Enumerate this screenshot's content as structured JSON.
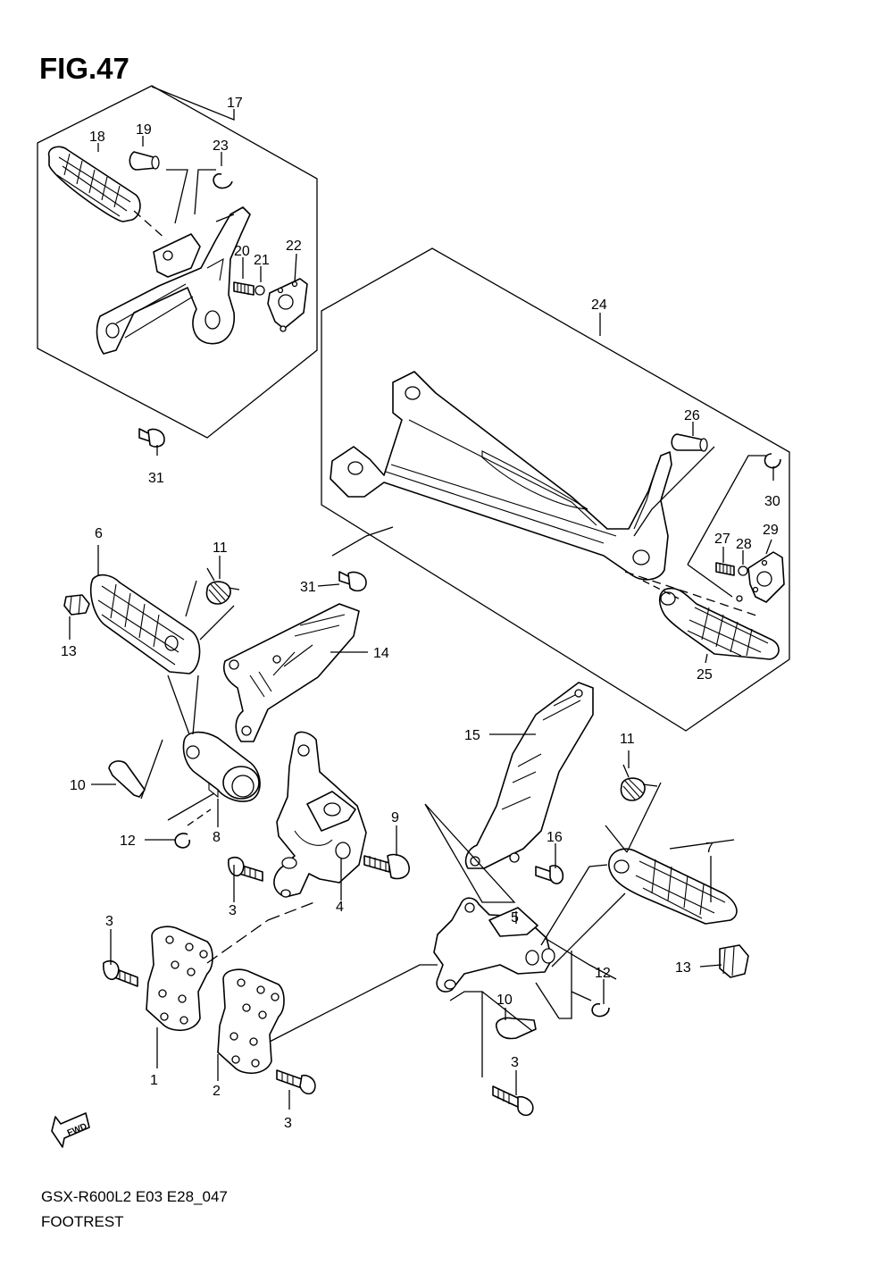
{
  "figure": {
    "title": "FIG.47",
    "model_code": "GSX-R600L2 E03 E28_047",
    "section_name": "FOOTREST",
    "fwd_label": "FWD"
  },
  "callouts": {
    "c1": "1",
    "c2": "2",
    "c3a": "3",
    "c3b": "3",
    "c3c": "3",
    "c3d": "3",
    "c4": "4",
    "c5": "5",
    "c6": "6",
    "c7": "7",
    "c8": "8",
    "c9": "9",
    "c10a": "10",
    "c10b": "10",
    "c11a": "11",
    "c11b": "11",
    "c12a": "12",
    "c12b": "12",
    "c13a": "13",
    "c13b": "13",
    "c14": "14",
    "c15": "15",
    "c16": "16",
    "c17": "17",
    "c18": "18",
    "c19": "19",
    "c20": "20",
    "c21": "21",
    "c22": "22",
    "c23": "23",
    "c24": "24",
    "c25": "25",
    "c26": "26",
    "c27": "27",
    "c28": "28",
    "c29": "29",
    "c30": "30",
    "c31a": "31",
    "c31b": "31"
  }
}
